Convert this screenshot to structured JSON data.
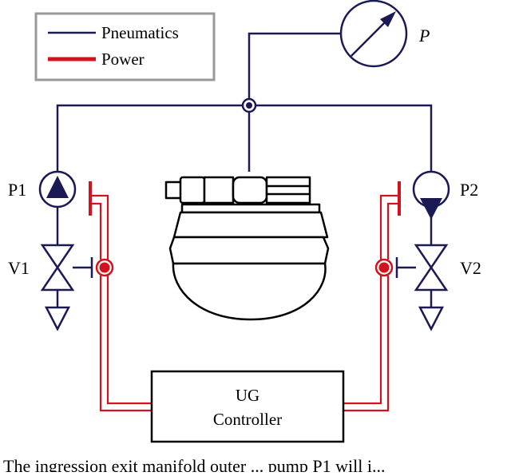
{
  "legend": {
    "items": [
      {
        "label": "Pneumatics",
        "color": "#1c1a55"
      },
      {
        "label": "Power",
        "color": "#d2121f"
      }
    ]
  },
  "gauge": {
    "label": "P"
  },
  "pumps": [
    {
      "label": "P1"
    },
    {
      "label": "P2"
    }
  ],
  "valves": [
    {
      "label": "V1"
    },
    {
      "label": "V2"
    }
  ],
  "controller": {
    "line1": "UG",
    "line2": "Controller"
  },
  "caption": {
    "text": "The ingression exit manifold outer ... pump P1 will i..."
  },
  "colors": {
    "pneumatic": "#1c1a55",
    "power": "#d2121f",
    "outline": "#000000",
    "legend_border": "#999999"
  }
}
